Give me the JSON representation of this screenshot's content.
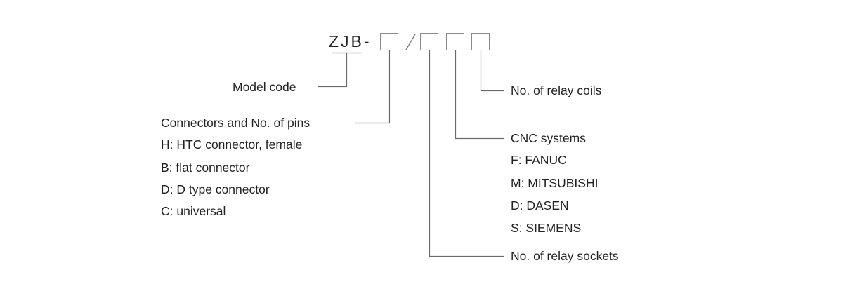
{
  "model": {
    "prefix": "ZJB-",
    "separator": "/",
    "slots": 4
  },
  "labels": {
    "model_code": "Model code",
    "connectors": {
      "title": "Connectors and No. of pins",
      "options": [
        "H: HTC connector, female",
        "B: flat connector",
        "D: D type connector",
        "C: universal"
      ]
    },
    "relay_coils": "No. of relay coils",
    "cnc_systems": {
      "title": "CNC systems",
      "options": [
        "F: FANUC",
        "M: MITSUBISHI",
        "D: DASEN",
        "S: SIEMENS"
      ]
    },
    "relay_sockets": "No. of relay sockets"
  }
}
